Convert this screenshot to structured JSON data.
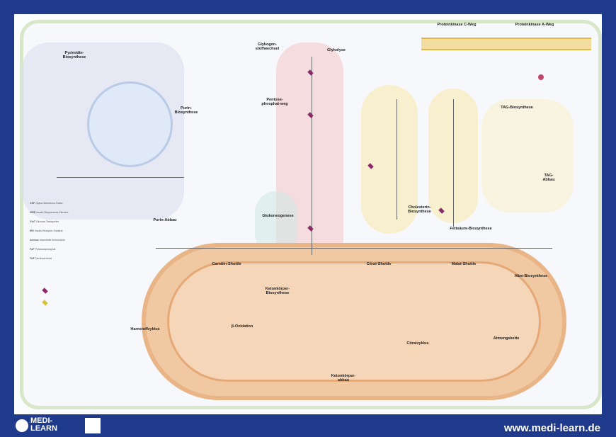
{
  "poster": {
    "sections": {
      "pyrimidine": "Pyrimidin-Biosynthese",
      "purine": "Purin-Biosynthese",
      "purine_deg": "Purin-Abbau",
      "glycogen": "Glykogen-stoffwechsel",
      "glycolysis": "Glykolyse",
      "pentose": "Pentose-phosphat-weg",
      "gluconeo": "Glukoneogenese",
      "cholesterol": "Cholesterin-Biosynthese",
      "fatty_acid": "Fettsäure-Biosynthese",
      "tag_syn": "TAG-Biosynthese",
      "tag_deg": "TAG-Abbau",
      "pkc": "Proteinkinase C-Weg",
      "pka": "Proteinkinase A-Weg",
      "carnitin": "Carnitin-Shuttle",
      "citrat_shuttle": "Citrat-Shuttle",
      "malat_shuttle": "Malat-Shuttle",
      "keton_syn": "Ketonkörper-Biosynthese",
      "beta_ox": "β-Oxidation",
      "urea": "Harnstoffzyklus",
      "citrate_cycle": "Citratzyklus",
      "keton_deg": "Ketonkörper-abbau",
      "heme": "Häm-Biosynthese",
      "resp_chain": "Atmungskette"
    },
    "legend": [
      {
        "abbr": "GSF",
        "text": "Glykol-Sekretions-Faktor"
      },
      {
        "abbr": "ISRE",
        "text": "Insulin-Responsives Element"
      },
      {
        "abbr": "GluT",
        "text": "Glucose-Transporter"
      },
      {
        "abbr": "IRS",
        "text": "Insulin-Rezeptor-Substrat"
      },
      {
        "abbr": "Aminos",
        "text": "essentielle Aminosäure"
      },
      {
        "abbr": "PaP",
        "text": "Pyridoxalphosphat"
      },
      {
        "abbr": "THF",
        "text": "Tetrahydrofolat"
      }
    ],
    "footer": {
      "logo_line1": "MEDI-",
      "logo_line2": "LEARN",
      "url": "www.medi-learn.de"
    },
    "colors": {
      "border": "#1f3a8a",
      "mito": "#f0c8a2",
      "glycolysis": "#f4c4c8",
      "lipid": "#f7e8a8",
      "nucleotide": "#d9dcef"
    }
  }
}
